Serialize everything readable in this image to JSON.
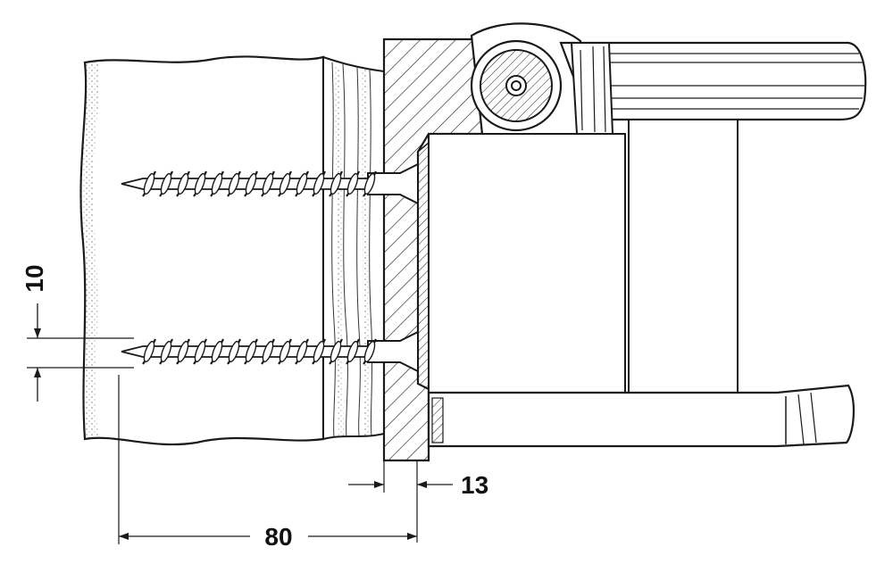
{
  "dimensions": {
    "offset": {
      "value": "10"
    },
    "plate_thickness": {
      "value": "13"
    },
    "screw_reach": {
      "value": "80"
    }
  },
  "colors": {
    "stroke": "#1a1a1a",
    "background": "#ffffff",
    "fill": "#ffffff"
  },
  "fasteners": {
    "screw_count": 2
  }
}
